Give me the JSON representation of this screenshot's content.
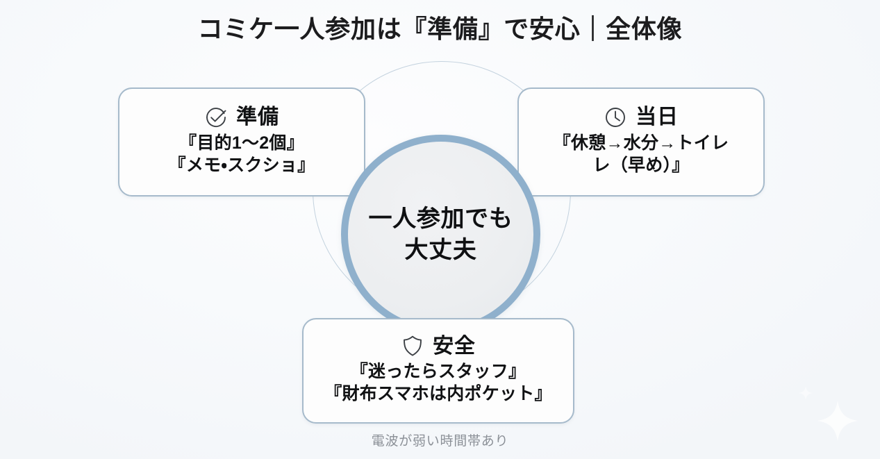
{
  "title": "コミケ一人参加は『準備』で安心｜全体像",
  "center": {
    "name": "一人参加でも大丈夫",
    "line1": "一人参加でも",
    "line2": "大丈夫"
  },
  "cards": [
    {
      "id": "prep",
      "icon": "check-circle-icon",
      "title": "準備",
      "lines": [
        "『目的1〜2個』",
        "『メモ・スクショ』"
      ]
    },
    {
      "id": "day",
      "icon": "clock-icon",
      "title": "当日",
      "lines": [
        "『休憩→水分→トイレ",
        "レ（早め）』"
      ]
    },
    {
      "id": "safe",
      "icon": "shield-icon",
      "title": "安全",
      "lines": [
        "『迷ったらスタッフ』",
        "『財布スマホは内ポケット』"
      ]
    }
  ],
  "footer_note": "電波が弱い時間帯あり",
  "colors": {
    "background": "#f7f9fb",
    "card_border": "#a6bacb",
    "card_fill": "#fdfdfd",
    "hub_ring": "#8fb0cc",
    "hub_fill": "#eceef0",
    "backdrop_ring": "#c3d2de",
    "text_primary": "#111214",
    "text_muted": "#8b9097",
    "icon_stroke": "#3c4045"
  }
}
